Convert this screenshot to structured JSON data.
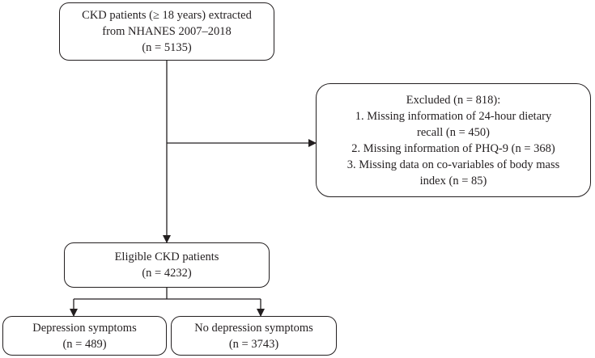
{
  "flowchart": {
    "start": {
      "lines": [
        "CKD patients (≥ 18 years) extracted",
        "from NHANES 2007–2018",
        "(n = 5135)"
      ]
    },
    "excluded": {
      "lines": [
        "Excluded (n = 818):",
        "1. Missing information of 24-hour dietary",
        "recall (n = 450)",
        "2. Missing information of PHQ-9 (n = 368)",
        "3. Missing data on co-variables of body mass",
        "index (n = 85)"
      ]
    },
    "eligible": {
      "lines": [
        "Eligible CKD patients",
        "(n = 4232)"
      ]
    },
    "depression": {
      "lines": [
        "Depression symptoms",
        "(n = 489)"
      ]
    },
    "no_depression": {
      "lines": [
        "No depression symptoms",
        "(n = 3743)"
      ]
    }
  }
}
